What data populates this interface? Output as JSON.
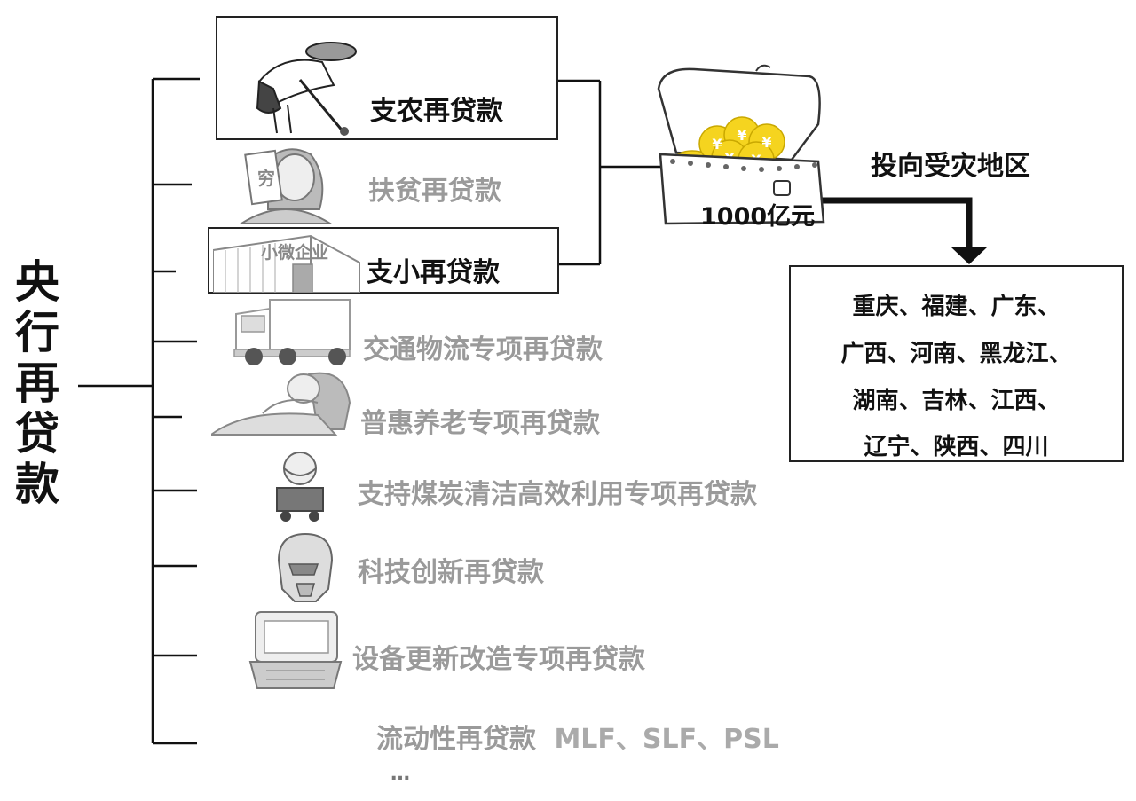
{
  "main_title": "央行再贷款",
  "items": [
    {
      "label": "支农再贷款",
      "icon": "farmer-icon",
      "highlighted": true
    },
    {
      "label": "扶贫再贷款",
      "icon": "poverty-person-icon",
      "highlighted": false,
      "icon_text": "穷"
    },
    {
      "label": "支小再贷款",
      "icon": "factory-icon",
      "highlighted": true,
      "icon_text": "小微企业"
    },
    {
      "label": "交通物流专项再贷款",
      "icon": "truck-icon",
      "highlighted": false
    },
    {
      "label": "普惠养老专项再贷款",
      "icon": "elderly-bed-icon",
      "highlighted": false
    },
    {
      "label": "支持煤炭清洁高效利用专项再贷款",
      "icon": "coal-cart-icon",
      "highlighted": false
    },
    {
      "label": "科技创新再贷款",
      "icon": "robot-helmet-icon",
      "highlighted": false
    },
    {
      "label": "设备更新改造专项再贷款",
      "icon": "toolbox-icon",
      "highlighted": false
    },
    {
      "label": "流动性再贷款",
      "label_extra": "MLF、SLF、PSL",
      "highlighted": false
    }
  ],
  "ellipsis": "…",
  "treasure": {
    "icon": "treasure-chest-icon",
    "amount": "1000亿元"
  },
  "arrow_label": "投向受灾地区",
  "regions": [
    "重庆、福建、广东、",
    "广西、河南、黑龙江、",
    "湖南、吉林、江西、",
    "辽宁、陕西、四川"
  ],
  "colors": {
    "active": "#111111",
    "inactive": "#9a9a9a",
    "coin": "#f5d41f"
  }
}
